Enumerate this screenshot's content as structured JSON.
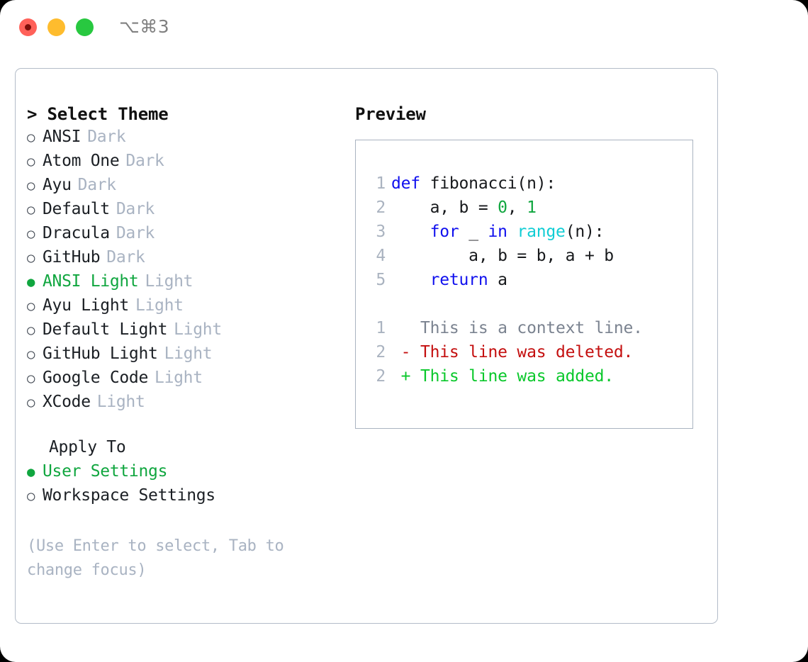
{
  "titlebar": {
    "shortcut": "⌥⌘3",
    "buttons": [
      "close",
      "minimize",
      "maximize"
    ]
  },
  "theme_panel": {
    "heading": "> Select Theme",
    "bullet_empty": "○",
    "bullet_filled": "●",
    "items": [
      {
        "label": "ANSI",
        "suffix": "Dark",
        "selected": false
      },
      {
        "label": "Atom One",
        "suffix": "Dark",
        "selected": false
      },
      {
        "label": "Ayu",
        "suffix": "Dark",
        "selected": false
      },
      {
        "label": "Default",
        "suffix": "Dark",
        "selected": false
      },
      {
        "label": "Dracula",
        "suffix": "Dark",
        "selected": false
      },
      {
        "label": "GitHub",
        "suffix": "Dark",
        "selected": false
      },
      {
        "label": "ANSI Light",
        "suffix": "Light",
        "selected": true
      },
      {
        "label": "Ayu Light",
        "suffix": "Light",
        "selected": false
      },
      {
        "label": "Default Light",
        "suffix": "Light",
        "selected": false
      },
      {
        "label": "GitHub Light",
        "suffix": "Light",
        "selected": false
      },
      {
        "label": "Google Code",
        "suffix": "Light",
        "selected": false
      },
      {
        "label": "XCode",
        "suffix": "Light",
        "selected": false
      }
    ]
  },
  "apply_to": {
    "heading": "Apply To",
    "items": [
      {
        "label": "User Settings",
        "selected": true
      },
      {
        "label": "Workspace Settings",
        "selected": false
      }
    ]
  },
  "hint": "(Use Enter to select, Tab to change focus)",
  "preview": {
    "heading": "Preview",
    "code_lines": [
      {
        "no": "1",
        "segments": [
          {
            "t": "def ",
            "c": "kw"
          },
          {
            "t": "fibonacci(n):",
            "c": "plain"
          }
        ]
      },
      {
        "no": "2",
        "segments": [
          {
            "t": "    a, b = ",
            "c": "plain"
          },
          {
            "t": "0",
            "c": "num"
          },
          {
            "t": ", ",
            "c": "plain"
          },
          {
            "t": "1",
            "c": "num"
          }
        ]
      },
      {
        "no": "3",
        "segments": [
          {
            "t": "    ",
            "c": "plain"
          },
          {
            "t": "for",
            "c": "kw"
          },
          {
            "t": " _ ",
            "c": "plain"
          },
          {
            "t": "in",
            "c": "kw"
          },
          {
            "t": " ",
            "c": "plain"
          },
          {
            "t": "range",
            "c": "fn"
          },
          {
            "t": "(n):",
            "c": "plain"
          }
        ]
      },
      {
        "no": "4",
        "segments": [
          {
            "t": "        a, b = b, a + b",
            "c": "plain"
          }
        ]
      },
      {
        "no": "5",
        "segments": [
          {
            "t": "    ",
            "c": "plain"
          },
          {
            "t": "return",
            "c": "kw"
          },
          {
            "t": " a",
            "c": "plain"
          }
        ]
      }
    ],
    "diff_lines": [
      {
        "no": "1",
        "marker": " ",
        "text": " This is a context line.",
        "kind": "ctx"
      },
      {
        "no": "2",
        "marker": "-",
        "text": " This line was deleted.",
        "kind": "del"
      },
      {
        "no": "2",
        "marker": "+",
        "text": " This line was added.",
        "kind": "add"
      }
    ]
  },
  "colors": {
    "accent_green": "#10a63f",
    "muted": "#a9b3c2",
    "keyword_blue": "#1010ee",
    "function_cyan": "#11cdd4",
    "diff_deleted": "#c40f0f",
    "diff_added": "#0ac82b",
    "border": "#b3bcc8"
  }
}
